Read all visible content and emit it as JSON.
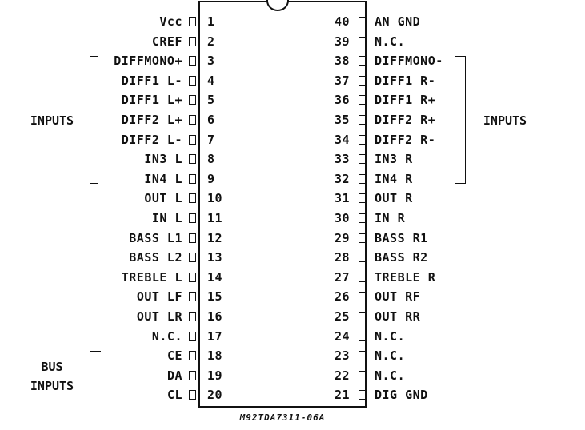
{
  "left_pins": [
    {
      "num": "1",
      "label": "Vcc"
    },
    {
      "num": "2",
      "label": "CREF"
    },
    {
      "num": "3",
      "label": "DIFFMONO+"
    },
    {
      "num": "4",
      "label": "DIFF1 L-"
    },
    {
      "num": "5",
      "label": "DIFF1 L+"
    },
    {
      "num": "6",
      "label": "DIFF2 L+"
    },
    {
      "num": "7",
      "label": "DIFF2 L-"
    },
    {
      "num": "8",
      "label": "IN3 L"
    },
    {
      "num": "9",
      "label": "IN4 L"
    },
    {
      "num": "10",
      "label": "OUT L"
    },
    {
      "num": "11",
      "label": "IN L"
    },
    {
      "num": "12",
      "label": "BASS L1"
    },
    {
      "num": "13",
      "label": "BASS L2"
    },
    {
      "num": "14",
      "label": "TREBLE L"
    },
    {
      "num": "15",
      "label": "OUT LF"
    },
    {
      "num": "16",
      "label": "OUT LR"
    },
    {
      "num": "17",
      "label": "N.C."
    },
    {
      "num": "18",
      "label": "CE"
    },
    {
      "num": "19",
      "label": "DA"
    },
    {
      "num": "20",
      "label": "CL"
    }
  ],
  "right_pins": [
    {
      "num": "40",
      "label": "AN GND"
    },
    {
      "num": "39",
      "label": "N.C."
    },
    {
      "num": "38",
      "label": "DIFFMONO-"
    },
    {
      "num": "37",
      "label": "DIFF1 R-"
    },
    {
      "num": "36",
      "label": "DIFF1 R+"
    },
    {
      "num": "35",
      "label": "DIFF2 R+"
    },
    {
      "num": "34",
      "label": "DIFF2 R-"
    },
    {
      "num": "33",
      "label": "IN3 R"
    },
    {
      "num": "32",
      "label": "IN4 R"
    },
    {
      "num": "31",
      "label": "OUT R"
    },
    {
      "num": "30",
      "label": "IN R"
    },
    {
      "num": "29",
      "label": "BASS R1"
    },
    {
      "num": "28",
      "label": "BASS R2"
    },
    {
      "num": "27",
      "label": "TREBLE R"
    },
    {
      "num": "26",
      "label": "OUT RF"
    },
    {
      "num": "25",
      "label": "OUT RR"
    },
    {
      "num": "24",
      "label": "N.C."
    },
    {
      "num": "23",
      "label": "N.C."
    },
    {
      "num": "22",
      "label": "N.C."
    },
    {
      "num": "21",
      "label": "DIG GND"
    }
  ],
  "groups": {
    "inputs_left": "INPUTS",
    "inputs_right": "INPUTS",
    "bus_line1": "BUS",
    "bus_line2": "INPUTS"
  },
  "caption": "M92TDA7311-06A"
}
